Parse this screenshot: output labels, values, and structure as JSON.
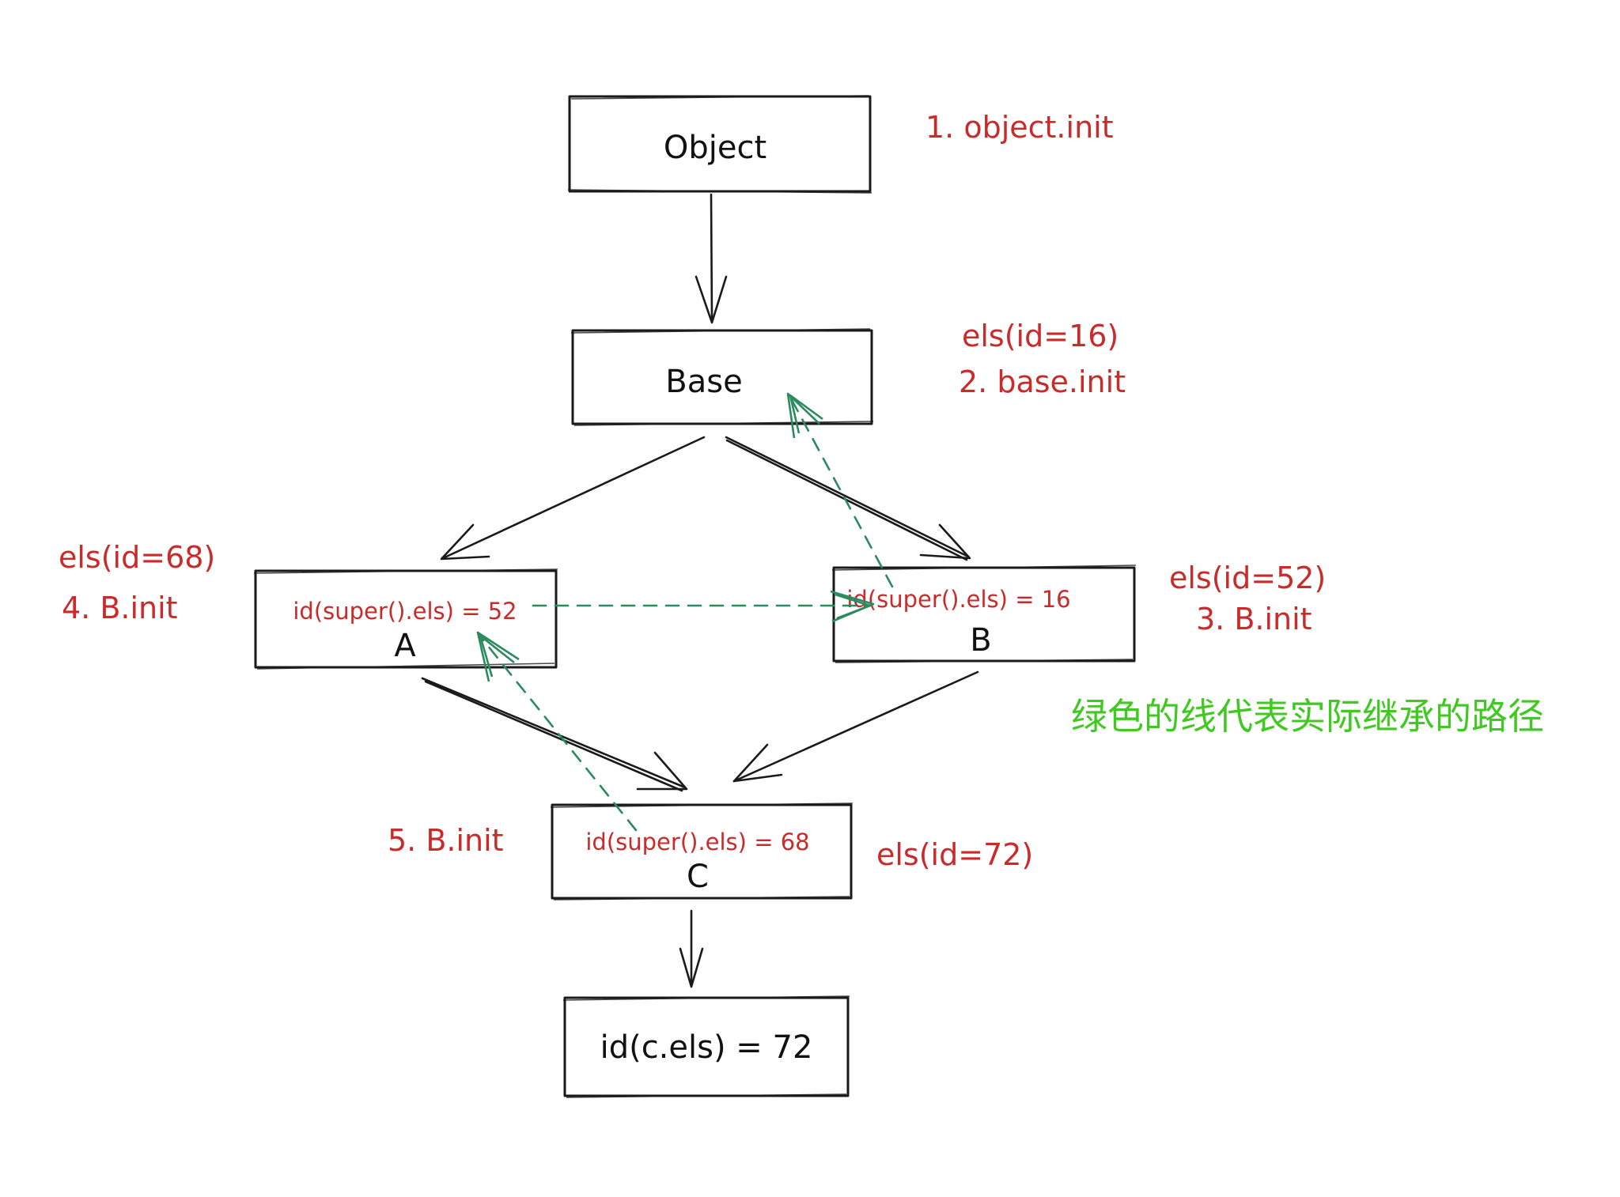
{
  "nodes": {
    "object": {
      "label": "Object"
    },
    "base": {
      "label": "Base"
    },
    "a": {
      "label": "A",
      "inner": "id(super().els) = 52"
    },
    "b": {
      "label": "B",
      "inner": "id(super().els) = 16"
    },
    "c": {
      "label": "C",
      "inner": "id(super().els) = 68"
    },
    "result": {
      "label": "id(c.els) = 72"
    }
  },
  "annotations": {
    "object_init": "1. object.init",
    "base_els": "els(id=16)",
    "base_init": "2. base.init",
    "a_els": "els(id=68)",
    "a_init": "4. B.init",
    "b_els": "els(id=52)",
    "b_init": "3. B.init",
    "c_init": "5. B.init",
    "c_els": "els(id=72)"
  },
  "legend": "绿色的线代表实际继承的路径",
  "colors": {
    "box_stroke": "#1a1a1a",
    "annotation": "#c92a2a",
    "green_path": "#2b8a5e",
    "legend_text": "#40c920"
  }
}
